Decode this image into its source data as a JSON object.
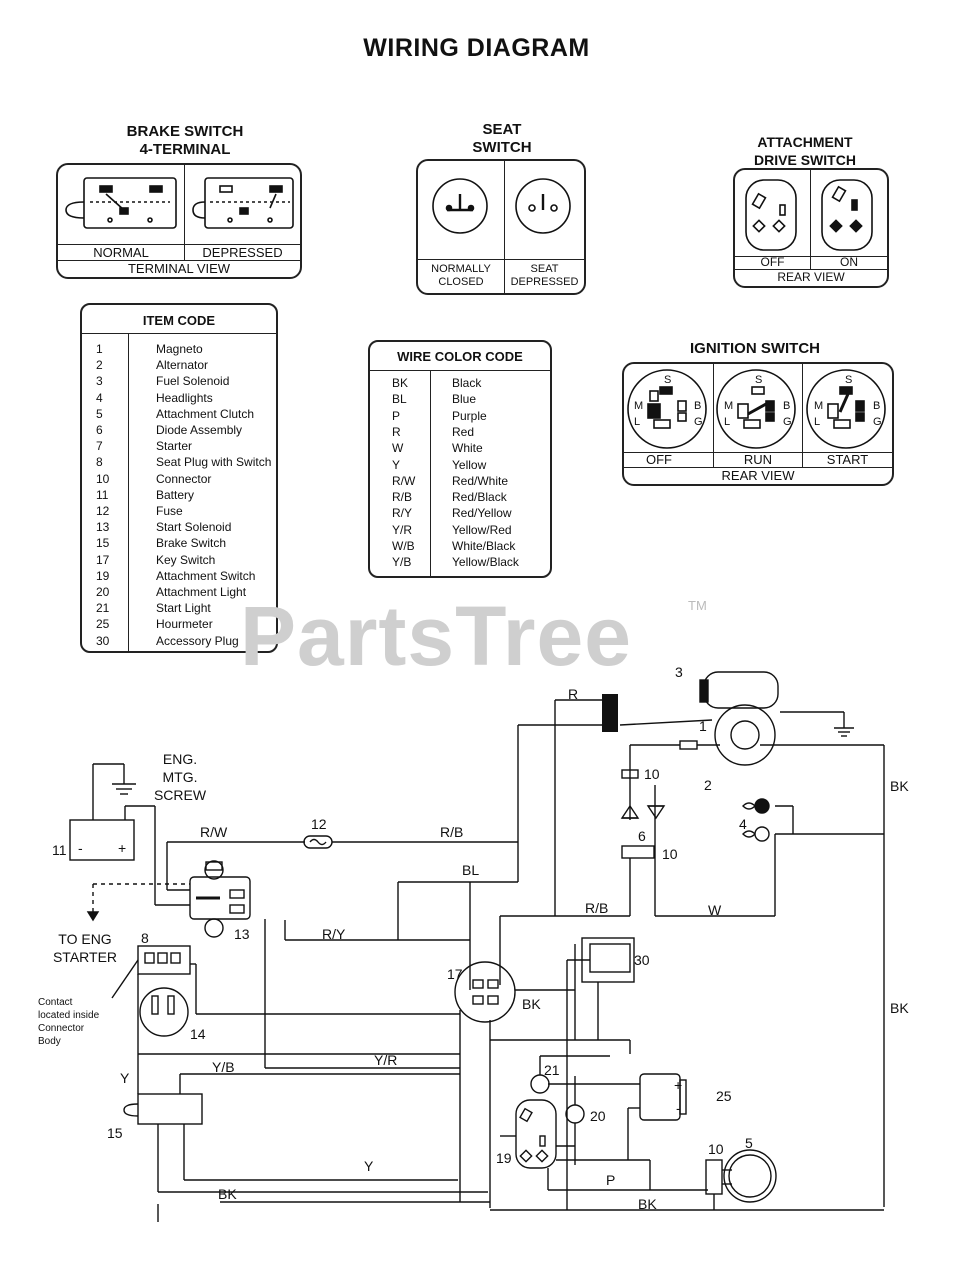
{
  "title": "WIRING DIAGRAM",
  "brake_switch": {
    "title_line1": "BRAKE SWITCH",
    "title_line2": "4-TERMINAL",
    "normal": "NORMAL",
    "depressed": "DEPRESSED",
    "view": "TERMINAL VIEW"
  },
  "seat_switch": {
    "title_line1": "SEAT",
    "title_line2": "SWITCH",
    "left_line1": "NORMALLY",
    "left_line2": "CLOSED",
    "right_line1": "SEAT",
    "right_line2": "DEPRESSED"
  },
  "attachment_switch": {
    "title_line1": "ATTACHMENT",
    "title_line2": "DRIVE SWITCH",
    "off": "OFF",
    "on": "ON",
    "view": "REAR VIEW"
  },
  "ignition_switch": {
    "title": "IGNITION SWITCH",
    "off": "OFF",
    "run": "RUN",
    "start": "START",
    "view": "REAR VIEW",
    "terminals": {
      "s": "S",
      "m": "M",
      "l": "L",
      "b": "B",
      "g": "G"
    }
  },
  "item_code": {
    "title": "ITEM CODE",
    "items": [
      {
        "code": "1",
        "name": "Magneto"
      },
      {
        "code": "2",
        "name": "Alternator"
      },
      {
        "code": "3",
        "name": "Fuel Solenoid"
      },
      {
        "code": "4",
        "name": "Headlights"
      },
      {
        "code": "5",
        "name": "Attachment Clutch"
      },
      {
        "code": "6",
        "name": "Diode Assembly"
      },
      {
        "code": "7",
        "name": "Starter"
      },
      {
        "code": "8",
        "name": "Seat Plug with Switch"
      },
      {
        "code": "10",
        "name": "Connector"
      },
      {
        "code": "11",
        "name": "Battery"
      },
      {
        "code": "12",
        "name": "Fuse"
      },
      {
        "code": "13",
        "name": "Start Solenoid"
      },
      {
        "code": "15",
        "name": "Brake Switch"
      },
      {
        "code": "17",
        "name": "Key Switch"
      },
      {
        "code": "19",
        "name": "Attachment Switch"
      },
      {
        "code": "20",
        "name": "Attachment Light"
      },
      {
        "code": "21",
        "name": "Start Light"
      },
      {
        "code": "25",
        "name": "Hourmeter"
      },
      {
        "code": "30",
        "name": "Accessory Plug"
      }
    ]
  },
  "wire_color_code": {
    "title": "WIRE COLOR CODE",
    "items": [
      {
        "code": "BK",
        "name": "Black"
      },
      {
        "code": "BL",
        "name": "Blue"
      },
      {
        "code": "P",
        "name": "Purple"
      },
      {
        "code": "R",
        "name": "Red"
      },
      {
        "code": "W",
        "name": "White"
      },
      {
        "code": "Y",
        "name": "Yellow"
      },
      {
        "code": "R/W",
        "name": "Red/White"
      },
      {
        "code": "R/B",
        "name": "Red/Black"
      },
      {
        "code": "R/Y",
        "name": "Red/Yellow"
      },
      {
        "code": "Y/R",
        "name": "Yellow/Red"
      },
      {
        "code": "W/B",
        "name": "White/Black"
      },
      {
        "code": "Y/B",
        "name": "Yellow/Black"
      }
    ]
  },
  "watermark": {
    "text": "PartsTree",
    "tm": "TM"
  },
  "schematic": {
    "labels": {
      "eng_mtg_1": "ENG.",
      "eng_mtg_2": "MTG.",
      "eng_mtg_3": "SCREW",
      "to_eng_1": "TO ENG",
      "to_eng_2": "STARTER",
      "contact_1": "Contact",
      "contact_2": "located inside",
      "contact_3": "Connector",
      "contact_4": "Body"
    },
    "wires": {
      "r_top": "R",
      "rw": "R/W",
      "rb_top": "R/B",
      "bl": "BL",
      "ry": "R/Y",
      "rb_mid": "R/B",
      "w": "W",
      "bk_right1": "BK",
      "bk_right2": "BK",
      "bk_mid": "BK",
      "yr": "Y/R",
      "yb": "Y/B",
      "y_left": "Y",
      "y_bottom": "Y",
      "p": "P",
      "bk_bottom": "BK",
      "bk_bottom_left": "BK"
    },
    "items": {
      "n1": "1",
      "n2": "2",
      "n3": "3",
      "n4": "4",
      "n5": "5",
      "n6": "6",
      "n8": "8",
      "n10a": "10",
      "n10b": "10",
      "n10c": "10",
      "n11": "11",
      "n12": "12",
      "n13": "13",
      "n14": "14",
      "n15": "15",
      "n17": "17",
      "n19": "19",
      "n20": "20",
      "n21": "21",
      "n25": "25",
      "n30": "30"
    },
    "symbols": {
      "plus": "+",
      "minus": "-",
      "hm_plus": "+",
      "hm_minus": "-"
    }
  }
}
